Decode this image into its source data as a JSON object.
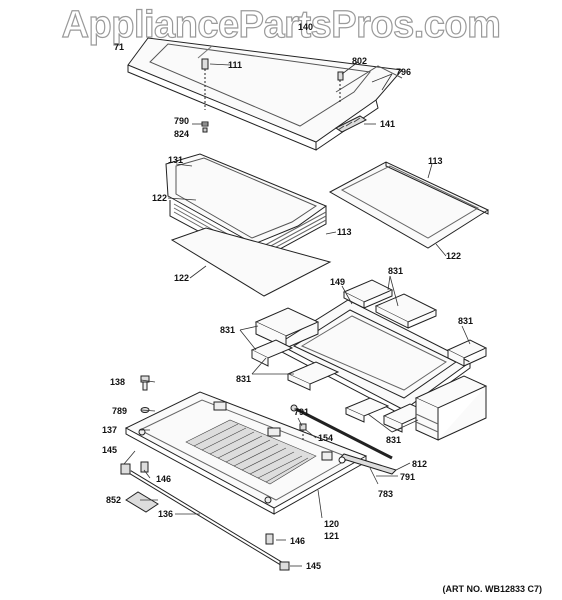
{
  "watermark": "AppliancePartsPros.com",
  "art_number": "(ART NO. WB12833 C7)",
  "parts": {
    "p140": "140",
    "p71": "71",
    "p111": "111",
    "p802": "802",
    "p796": "796",
    "p790": "790",
    "p824": "824",
    "p141": "141",
    "p131": "131",
    "p122a": "122",
    "p122b": "122",
    "p122c": "122",
    "p113a": "113",
    "p113b": "113",
    "p149": "149",
    "p831a": "831",
    "p831b": "831",
    "p831c": "831",
    "p831d": "831",
    "p831e": "831",
    "p138": "138",
    "p789": "789",
    "p791a": "791",
    "p791b": "791",
    "p137": "137",
    "p154": "154",
    "p145a": "145",
    "p145b": "145",
    "p146a": "146",
    "p146b": "146",
    "p812": "812",
    "p783": "783",
    "p852": "852",
    "p136": "136",
    "p120": "120",
    "p121": "121"
  }
}
